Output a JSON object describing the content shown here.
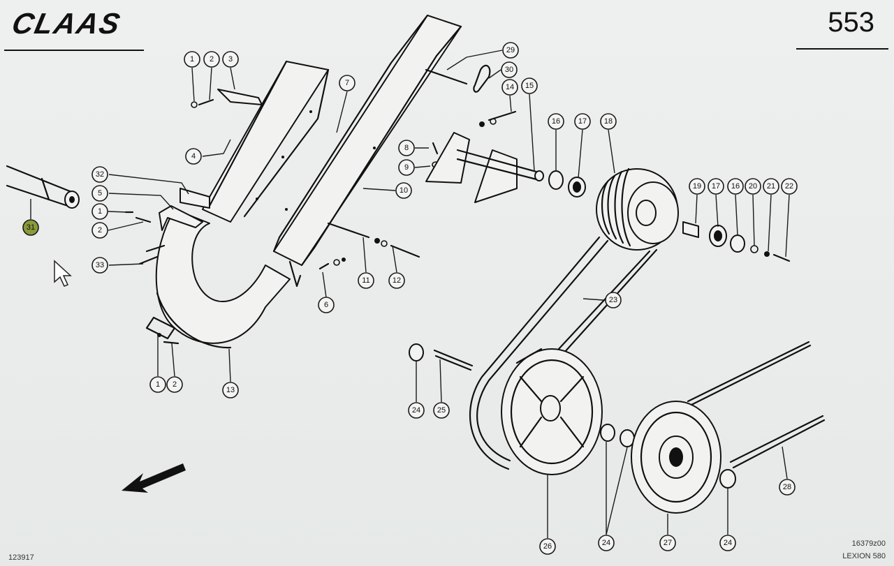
{
  "header": {
    "brand": "CLAAS",
    "page_number": "553"
  },
  "footer": {
    "drawing_id": "123917",
    "drawing_code": "16379z00",
    "model": "LEXION 580"
  },
  "callouts": [
    {
      "label": "1"
    },
    {
      "label": "2"
    },
    {
      "label": "3"
    },
    {
      "label": "4"
    },
    {
      "label": "32"
    },
    {
      "label": "5"
    },
    {
      "label": "1"
    },
    {
      "label": "2"
    },
    {
      "label": "33"
    },
    {
      "label": "7"
    },
    {
      "label": "29"
    },
    {
      "label": "30"
    },
    {
      "label": "14"
    },
    {
      "label": "15"
    },
    {
      "label": "8"
    },
    {
      "label": "9"
    },
    {
      "label": "10"
    },
    {
      "label": "16"
    },
    {
      "label": "17"
    },
    {
      "label": "18"
    },
    {
      "label": "11"
    },
    {
      "label": "12"
    },
    {
      "label": "6"
    },
    {
      "label": "19"
    },
    {
      "label": "17"
    },
    {
      "label": "16"
    },
    {
      "label": "20"
    },
    {
      "label": "21"
    },
    {
      "label": "22"
    },
    {
      "label": "23"
    },
    {
      "label": "1"
    },
    {
      "label": "2"
    },
    {
      "label": "13"
    },
    {
      "label": "24"
    },
    {
      "label": "25"
    },
    {
      "label": "26"
    },
    {
      "label": "24"
    },
    {
      "label": "27"
    },
    {
      "label": "24"
    },
    {
      "label": "28"
    },
    {
      "label": "31",
      "highlighted": true
    }
  ]
}
